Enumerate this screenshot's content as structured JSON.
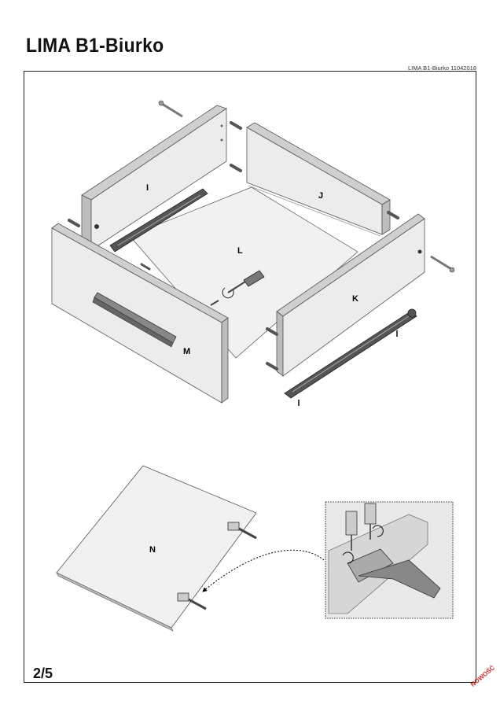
{
  "header": {
    "title": "LIMA  B1-Biurko",
    "doc_ref": "LIMA B1-Biurko 11042018"
  },
  "parts": {
    "I": "I",
    "J": "J",
    "K": "K",
    "L": "L",
    "M": "M",
    "N": "N"
  },
  "footer": {
    "page": "2/5",
    "stamp": "NOWOŚĆ"
  },
  "colors": {
    "panel_face": "#ececec",
    "panel_edge": "#bdbdbd",
    "stamp": "#d12a2a"
  }
}
